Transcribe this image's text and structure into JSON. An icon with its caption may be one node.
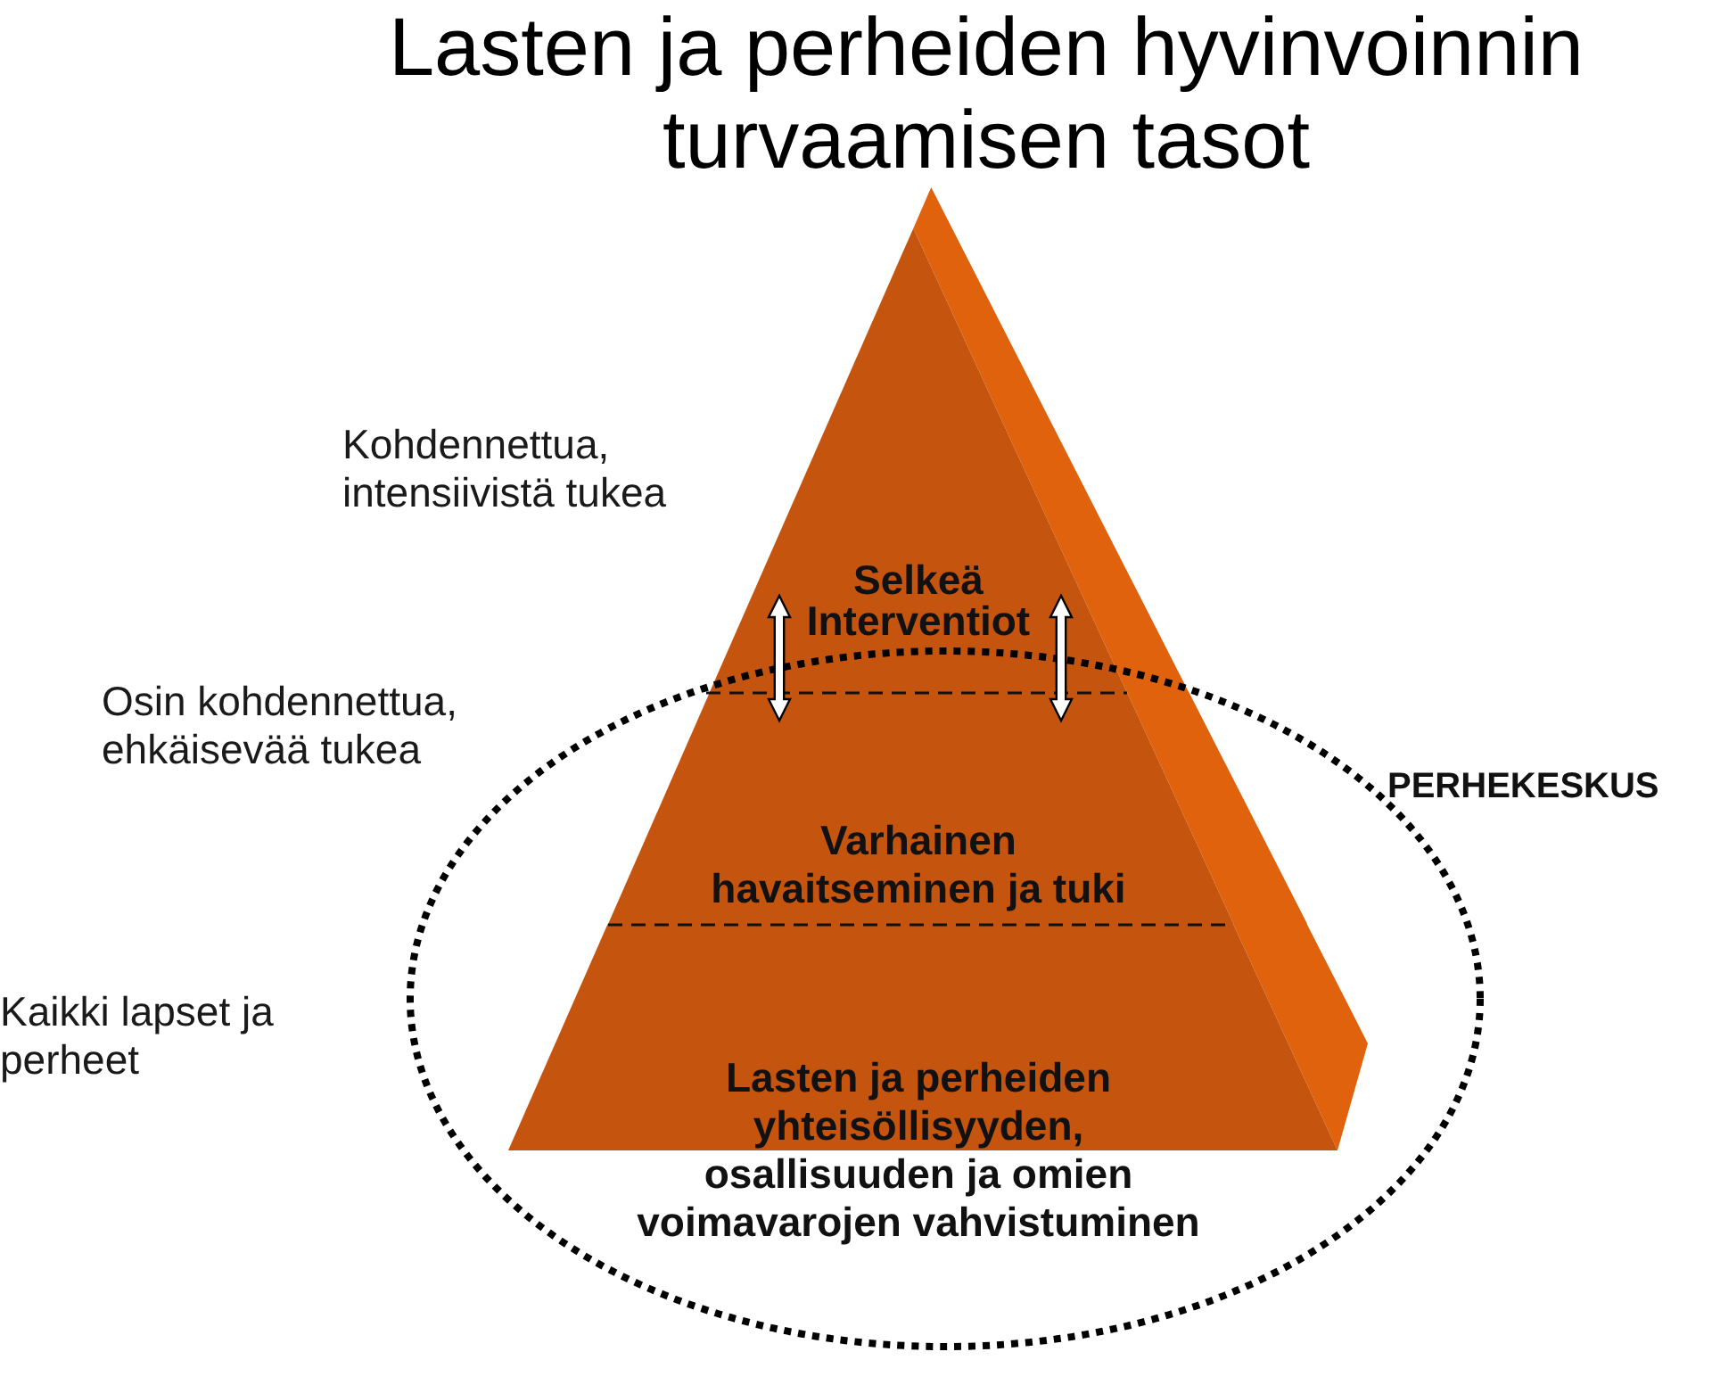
{
  "diagram": {
    "title": "Lasten ja perheiden hyvinvoinnin turvaamisen tasot",
    "nodes": [
      {
        "text": [
          "Selkeä Interventiot"
        ]
      },
      {
        "text": [
          "PERHEKESKUS"
        ]
      },
      {
        "text": [
          "Varhainen havaitseminen ja tuki"
        ],
        "in": 1
      },
      {
        "text": [
          "Lasten ja perheiden yhteisöllisyyden, osallisuuden ja omien voimavarojen vahvistuminen"
        ],
        "in": 1
      }
    ],
    "edges": [
      {
        "from": 0,
        "to": 2,
        "arrow": "both"
      },
      {
        "from": 0,
        "to": 2,
        "arrow": "both"
      }
    ],
    "labels": [
      "Kohdennettua, intensiivistä tukea",
      "Osin kohdennettua, ehkäisevää tukea",
      "Kaikki lapset ja perheet"
    ]
  }
}
